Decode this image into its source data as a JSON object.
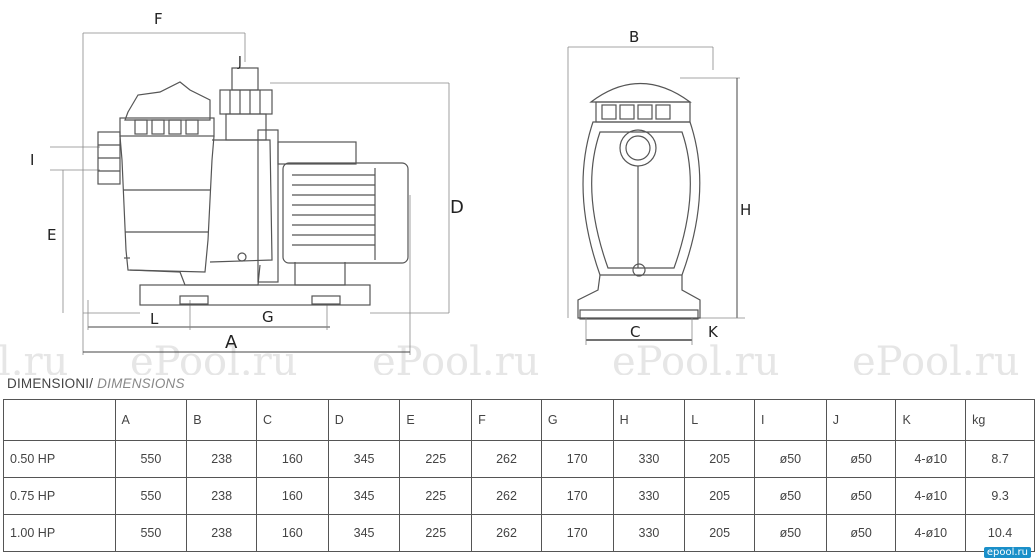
{
  "drawing": {
    "labels": {
      "A": "A",
      "B": "B",
      "C": "C",
      "D": "D",
      "E": "E",
      "F": "F",
      "G": "G",
      "H": "H",
      "I": "I",
      "J": "J",
      "K": "K",
      "L": "L"
    },
    "watermarks": [
      "l.ru",
      "ePool.ru",
      "ePool.ru",
      "ePool.ru"
    ]
  },
  "table": {
    "title_main": "DIMENSIONI/ ",
    "title_italic": "DIMENSIONS",
    "headers": [
      "",
      "A",
      "B",
      "C",
      "D",
      "E",
      "F",
      "G",
      "H",
      "L",
      "I",
      "J",
      "K",
      "kg"
    ],
    "rows": [
      [
        "0.50 HP",
        "550",
        "238",
        "160",
        "345",
        "225",
        "262",
        "170",
        "330",
        "205",
        "ø50",
        "ø50",
        "4-ø10",
        "8.7"
      ],
      [
        "0.75 HP",
        "550",
        "238",
        "160",
        "345",
        "225",
        "262",
        "170",
        "330",
        "205",
        "ø50",
        "ø50",
        "4-ø10",
        "9.3"
      ],
      [
        "1.00 HP",
        "550",
        "238",
        "160",
        "345",
        "225",
        "262",
        "170",
        "330",
        "205",
        "ø50",
        "ø50",
        "4-ø10",
        "10.4"
      ]
    ]
  },
  "brand": "epool.ru"
}
